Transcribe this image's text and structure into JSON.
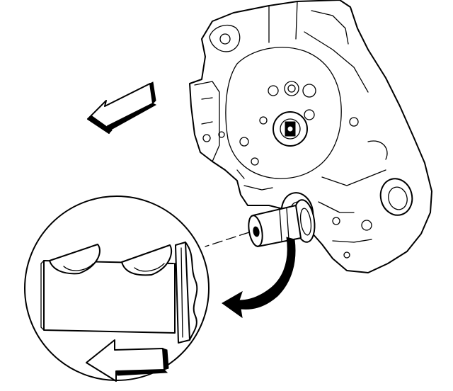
{
  "figure": {
    "kind": "line-art",
    "ink_color": "#000000",
    "background_color": "#ffffff",
    "arrows": [
      "removal-direction-arrow",
      "detail-pull-arrow",
      "callout-curved-arrow"
    ]
  }
}
